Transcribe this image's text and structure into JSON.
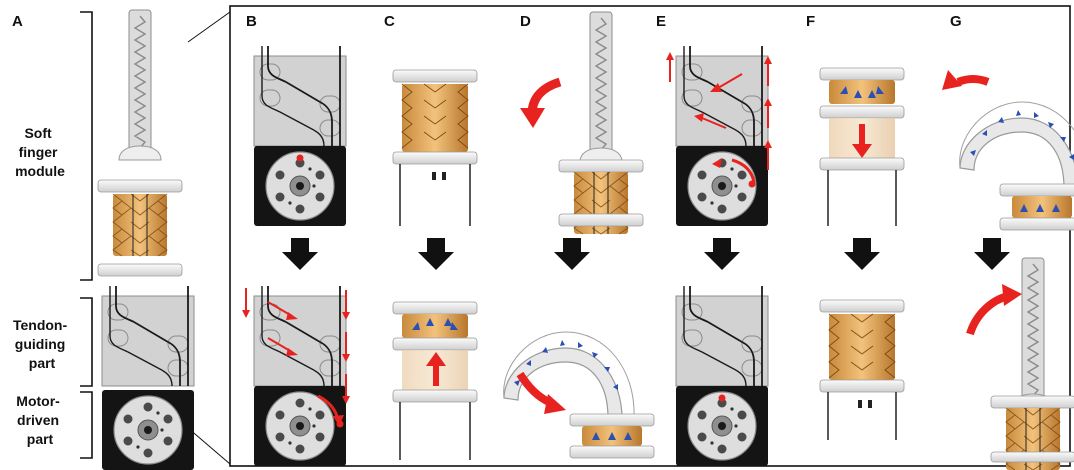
{
  "panels": {
    "A": "A",
    "B": "B",
    "C": "C",
    "D": "D",
    "E": "E",
    "F": "F",
    "G": "G"
  },
  "sections": {
    "soft_finger": [
      "Soft",
      "finger",
      "module"
    ],
    "tendon_guiding": [
      "Tendon-",
      "guiding",
      "part"
    ],
    "motor_driven": [
      "Motor-",
      "driven",
      "part"
    ]
  },
  "colors": {
    "arrow_red": "#e8231f",
    "pressure_blue": "#2b4fb3",
    "origami_light": "#e9b770",
    "origami_dark": "#b9782e",
    "finger_gray": "#d9d9d9",
    "motor_black": "#151515",
    "frame": "#111111"
  },
  "icons": {
    "transition": "down-arrow-icon",
    "pressure": "blue-arrow-icon",
    "motion": "red-arrow-icon"
  }
}
